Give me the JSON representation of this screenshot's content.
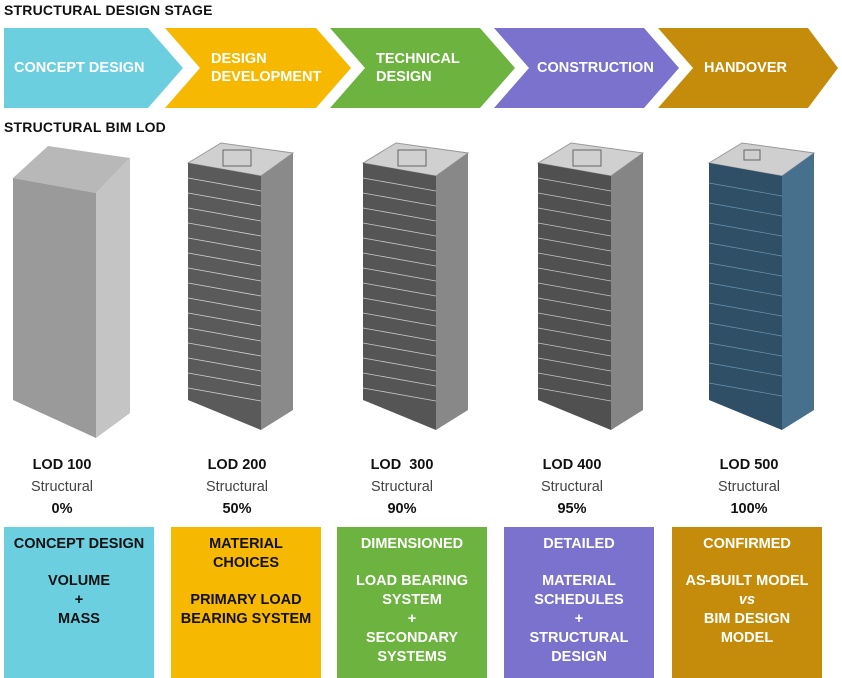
{
  "titles": {
    "stage": "STRUCTURAL DESIGN STAGE",
    "lod": "STRUCTURAL BIM LOD"
  },
  "colors": {
    "concept": "#6CCFE0",
    "development": "#F6B800",
    "technical": "#6CB33F",
    "construction": "#7A72CC",
    "handover": "#C58C0B"
  },
  "stages": [
    {
      "label": "CONCEPT DESIGN"
    },
    {
      "label": "DESIGN\nDEVELOPMENT"
    },
    {
      "label": "TECHNICAL\nDESIGN"
    },
    {
      "label": "CONSTRUCTION"
    },
    {
      "label": "HANDOVER"
    }
  ],
  "lods": [
    {
      "name": "LOD 100",
      "kind": "Structural",
      "percent": "0%"
    },
    {
      "name": "LOD 200",
      "kind": "Structural",
      "percent": "50%"
    },
    {
      "name": "LOD  300",
      "kind": "Structural",
      "percent": "90%"
    },
    {
      "name": "LOD 400",
      "kind": "Structural",
      "percent": "95%"
    },
    {
      "name": "LOD 500",
      "kind": "Structural",
      "percent": "100%"
    }
  ],
  "boxes": [
    {
      "head": "CONCEPT DESIGN",
      "lines": [
        "VOLUME",
        "+",
        "MASS"
      ]
    },
    {
      "head": "MATERIAL CHOICES",
      "lines": [
        "PRIMARY LOAD BEARING SYSTEM"
      ]
    },
    {
      "head": "DIMENSIONED",
      "lines": [
        "LOAD BEARING SYSTEM",
        "+",
        "SECONDARY SYSTEMS"
      ]
    },
    {
      "head": "DETAILED",
      "lines": [
        "MATERIAL SCHEDULES",
        "+",
        "STRUCTURAL DESIGN"
      ]
    },
    {
      "head": "CONFIRMED",
      "lines": [
        "AS-BUILT MODEL",
        "vs",
        "BIM DESIGN MODEL"
      ]
    }
  ]
}
